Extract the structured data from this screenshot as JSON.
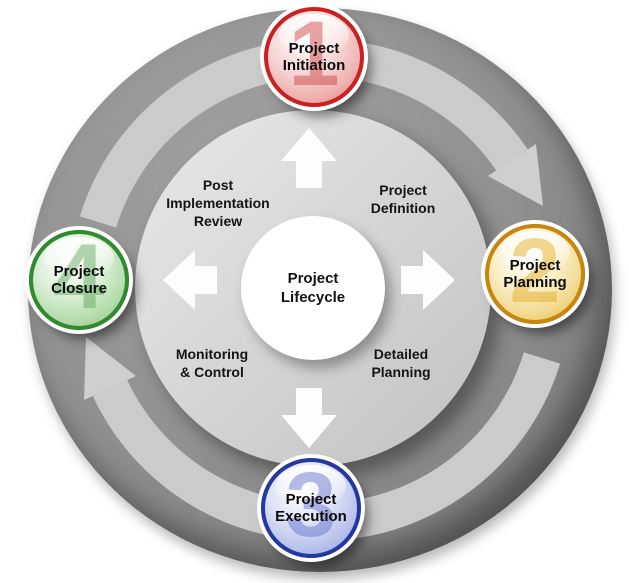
{
  "diagram": {
    "title": "Project Lifecycle",
    "center": {
      "label": "Project\nLifecycle"
    },
    "stages": [
      {
        "id": "initiation",
        "number": "1",
        "label": "Project\nInitiation",
        "border_color": "#cc2020",
        "number_color": "#cc3a3a",
        "position": "top"
      },
      {
        "id": "planning",
        "number": "2",
        "label": "Project\nPlanning",
        "border_color": "#c8860b",
        "number_color": "#dfa918",
        "position": "right"
      },
      {
        "id": "execution",
        "number": "3",
        "label": "Project\nExecution",
        "border_color": "#2438a0",
        "number_color": "#5a6ec8",
        "position": "bottom"
      },
      {
        "id": "closure",
        "number": "4",
        "label": "Project\nClosure",
        "border_color": "#2e8b2e",
        "number_color": "#58a352",
        "position": "left"
      }
    ],
    "quadrants": [
      {
        "id": "top-left",
        "label": "Post\nImplementation\nReview"
      },
      {
        "id": "top-right",
        "label": "Project\nDefinition"
      },
      {
        "id": "bottom-left",
        "label": "Monitoring\n& Control"
      },
      {
        "id": "bottom-right",
        "label": "Detailed\nPlanning"
      }
    ],
    "icons": {
      "flow_arrows": "clockwise-cycle-arrows",
      "hub_arrows": "outward-block-arrows-up-right-down-left"
    },
    "colors": {
      "background": "#ffffff",
      "outer_ring": "#8c8c8c",
      "flow_band": "#cbcbcb",
      "inner_disc": "#d6d6d6",
      "center_disc": "#ffffff",
      "text": "#141414"
    }
  }
}
